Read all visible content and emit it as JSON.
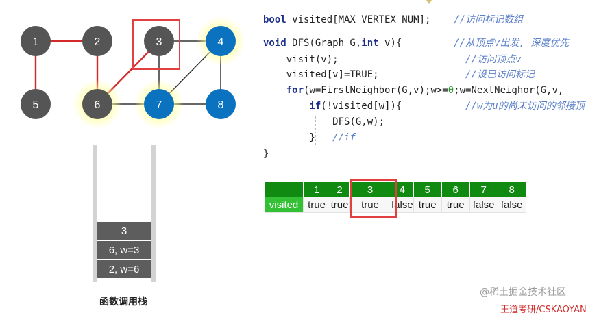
{
  "graph": {
    "nodes": [
      {
        "id": "1",
        "label": "1",
        "color": "#555555",
        "glow": false
      },
      {
        "id": "2",
        "label": "2",
        "color": "#555555",
        "glow": false
      },
      {
        "id": "3",
        "label": "3",
        "color": "#555555",
        "glow": false
      },
      {
        "id": "4",
        "label": "4",
        "color": "#0b72c0",
        "glow": true
      },
      {
        "id": "5",
        "label": "5",
        "color": "#555555",
        "glow": false
      },
      {
        "id": "6",
        "label": "6",
        "color": "#555555",
        "glow": true
      },
      {
        "id": "7",
        "label": "7",
        "color": "#0b72c0",
        "glow": true
      },
      {
        "id": "8",
        "label": "8",
        "color": "#0b72c0",
        "glow": false
      }
    ],
    "edges": [
      {
        "from": "1",
        "to": "2",
        "visited": true
      },
      {
        "from": "1",
        "to": "5",
        "visited": true
      },
      {
        "from": "2",
        "to": "6",
        "visited": true
      },
      {
        "from": "6",
        "to": "3",
        "visited": true
      },
      {
        "from": "3",
        "to": "4",
        "visited": false
      },
      {
        "from": "3",
        "to": "7",
        "visited": false
      },
      {
        "from": "6",
        "to": "7",
        "visited": false
      },
      {
        "from": "7",
        "to": "4",
        "visited": false
      },
      {
        "from": "4",
        "to": "8",
        "visited": false
      },
      {
        "from": "7",
        "to": "8",
        "visited": false
      }
    ],
    "highlighted_node": "3",
    "colors": {
      "visited_edge": "#d42a2a",
      "edge": "#333333",
      "highlight_box": "#e04040",
      "glow": "#ffff99"
    }
  },
  "stack": {
    "frames": [
      "3",
      "6, w=3",
      "2, w=6"
    ],
    "caption": "函数调用栈"
  },
  "code": {
    "lines": [
      {
        "id": "l1",
        "parts": [
          {
            "t": "bool",
            "c": "kw"
          },
          {
            "t": " visited[MAX_VERTEX_NUM];    ",
            "c": ""
          },
          {
            "t": "//访问标记数组",
            "c": "cm"
          }
        ]
      },
      {
        "id": "l2",
        "parts": [
          {
            "t": "void",
            "c": "kw"
          },
          {
            "t": " DFS(Graph G,",
            "c": ""
          },
          {
            "t": "int",
            "c": "kw"
          },
          {
            "t": " v){         ",
            "c": ""
          },
          {
            "t": "//从顶点v出发, 深度优先",
            "c": "cm"
          }
        ]
      },
      {
        "id": "l3",
        "parts": [
          {
            "t": "    visit(v);                      ",
            "c": ""
          },
          {
            "t": "//访问顶点v",
            "c": "cm"
          }
        ]
      },
      {
        "id": "l4",
        "parts": [
          {
            "t": "    visited[v]=TRUE;               ",
            "c": ""
          },
          {
            "t": "//设已访问标记",
            "c": "cm"
          }
        ]
      },
      {
        "id": "l5",
        "parts": [
          {
            "t": "    ",
            "c": ""
          },
          {
            "t": "for",
            "c": "kw"
          },
          {
            "t": "(w=FirstNeighbor(G,v);w>=",
            "c": ""
          },
          {
            "t": "0",
            "c": "num"
          },
          {
            "t": ";w=NextNeighor(G,v,",
            "c": ""
          }
        ]
      },
      {
        "id": "l6",
        "parts": [
          {
            "t": "        ",
            "c": ""
          },
          {
            "t": "if",
            "c": "kw"
          },
          {
            "t": "(!visited[w]){           ",
            "c": ""
          },
          {
            "t": "//w为u的尚未访问的邻接顶",
            "c": "cm"
          }
        ]
      },
      {
        "id": "l7",
        "parts": [
          {
            "t": "            DFS(G,w);",
            "c": ""
          }
        ]
      },
      {
        "id": "l8",
        "parts": [
          {
            "t": "        }   ",
            "c": ""
          },
          {
            "t": "//if",
            "c": "cm"
          }
        ]
      },
      {
        "id": "l9",
        "parts": [
          {
            "t": "}",
            "c": ""
          }
        ]
      }
    ]
  },
  "visited_table": {
    "row_label": "visited",
    "headers": [
      "1",
      "2",
      "3",
      "4",
      "5",
      "6",
      "7",
      "8"
    ],
    "values": [
      "true",
      "true",
      "true",
      "false",
      "true",
      "true",
      "false",
      "false"
    ],
    "highlighted_index": 2
  },
  "watermark": "@稀土掘金技术社区",
  "bottom_text": "王道考研/CSKAOYAN"
}
